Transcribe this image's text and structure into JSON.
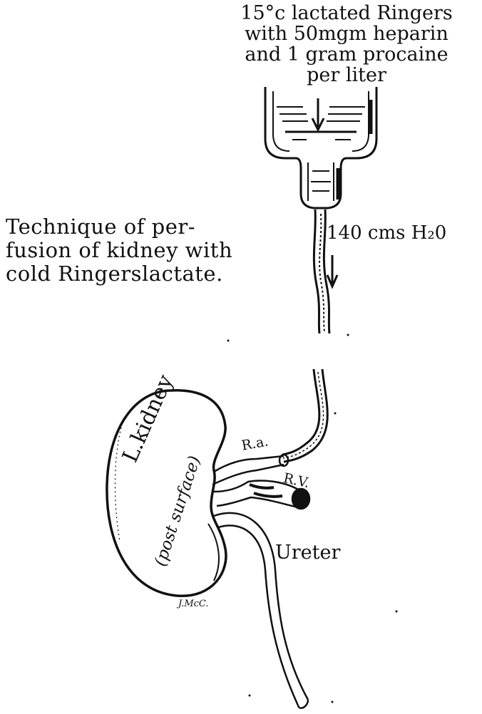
{
  "solution_label": {
    "lines": [
      "15°c lactated Ringers",
      "with 50mgm heparin",
      "and 1 gram procaine",
      "per liter"
    ]
  },
  "caption": {
    "lines": [
      "Technique of per-",
      "fusion of kidney with",
      "cold Ringerslactate."
    ]
  },
  "pressure_label": "140 cms H₂0",
  "kidney_label": "L.kidney",
  "surface_label": "(post surface)",
  "renal_artery_label": "R.a.",
  "renal_vein_label": "R.V.",
  "ureter_label": "Ureter",
  "signature": "J.McC."
}
